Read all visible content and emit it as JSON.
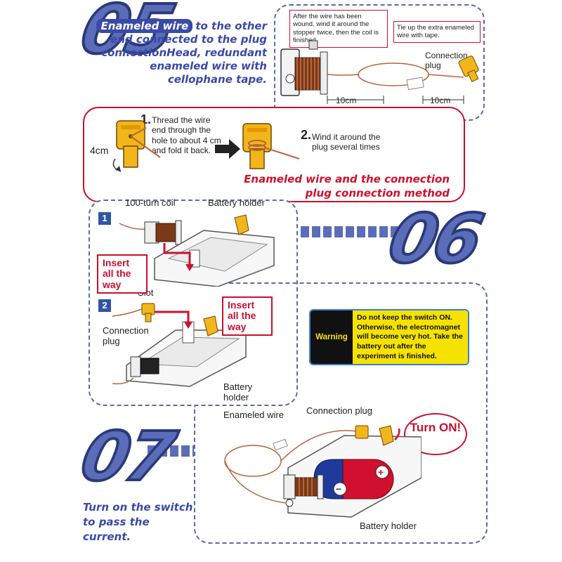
{
  "step05": {
    "number": "05",
    "title_highlight": "Enameled wire",
    "title_rest": "to the other end connected to the plug connectionHead, redundant enameled wire with cellophane tape.",
    "note_left": "After the wire has been wound, wind it around the stopper twice, then the coil is finished.",
    "note_right": "Tie up the extra enameled wire with tape.",
    "label_plug": "Connection plug",
    "dim1": "10cm",
    "dim2": "10cm",
    "step1_num": "1.",
    "step1_text": "Thread the wire end through the hole to about 4 cm and fold it back.",
    "dim_4cm": "4cm",
    "step2_num": "2.",
    "step2_text": "Wind it around the plug several times",
    "method_title": "Enameled wire and the connection plug connection method"
  },
  "step06": {
    "number": "06",
    "badge1": "1",
    "badge2": "2",
    "label_coil": "100-turn coil",
    "label_holder_top": "Battery holder",
    "insert1": "Insert all the way",
    "label_slot": "Slot",
    "insert2": "Insert all the way",
    "label_plug": "Connection plug",
    "label_holder_bottom": "Battery holder",
    "warning_tag": "Warning",
    "warning_text": "Do not keep the switch ON. Otherwise, the electromagnet will become very hot. Take the battery out after the experiment is finished."
  },
  "step07": {
    "number": "07",
    "instruction": "Turn on the switch to pass the current.",
    "label_wire": "Enameled wire",
    "label_plug": "Connection plug",
    "label_holder": "Battery holder",
    "turn_on": "Turn ON!",
    "battery_minus": "−",
    "battery_plus": "+"
  },
  "colors": {
    "navy": "#2a3a7a",
    "accent_blue": "#5b6db8",
    "red": "#c8102e",
    "warning_yellow": "#f6e200",
    "plug_yellow": "#f2b51c",
    "copper": "#b8643a"
  }
}
